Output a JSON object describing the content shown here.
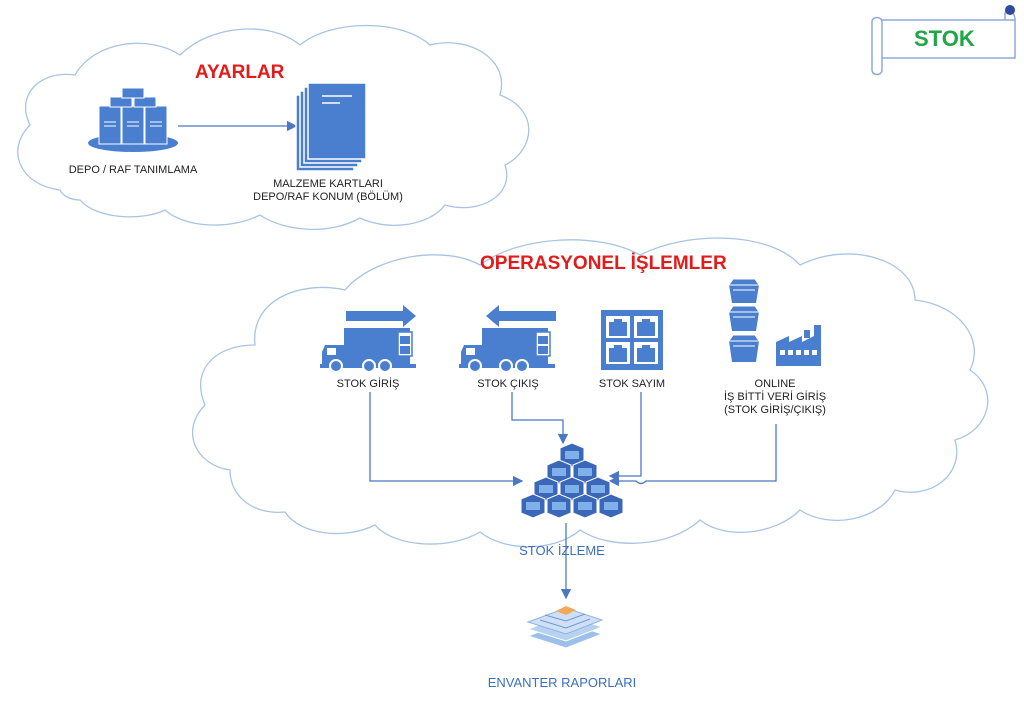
{
  "badge": {
    "label": "STOK"
  },
  "clouds": {
    "settings": {
      "title": "AYARLAR"
    },
    "operations": {
      "title": "OPERASYONEL İŞLEMLER"
    }
  },
  "nodes": {
    "depot": {
      "label": "DEPO / RAF TANIMLAMA",
      "icon": "server-rack-icon"
    },
    "material": {
      "line1": "MALZEME KARTLARI",
      "line2": "DEPO/RAF KONUM (BÖLÜM)",
      "icon": "document-stack-icon"
    },
    "stock_in": {
      "label": "STOK GİRİŞ",
      "icon": "truck-in-icon"
    },
    "stock_out": {
      "label": "STOK ÇIKIŞ",
      "icon": "truck-out-icon"
    },
    "stock_count": {
      "label": "STOK SAYIM",
      "icon": "grid-boxes-icon"
    },
    "online": {
      "line1": "ONLINE",
      "line2": "İŞ BİTTİ VERİ GİRİŞ",
      "line3": "(STOK GİRİŞ/ÇIKIŞ)",
      "icon": "factory-boxes-icon"
    },
    "tracking": {
      "label": "STOK İZLEME",
      "icon": "cube-pyramid-icon"
    },
    "reports": {
      "label": "ENVANTER RAPORLARI",
      "icon": "report-stack-icon"
    }
  },
  "colors": {
    "title_red": "#e31b1b",
    "badge_green": "#1fa646",
    "icon_blue": "#4a7fcf",
    "line_blue": "#4a78c2",
    "label_blue": "#3b6fbe",
    "cloud_stroke": "#a8c4e4"
  }
}
